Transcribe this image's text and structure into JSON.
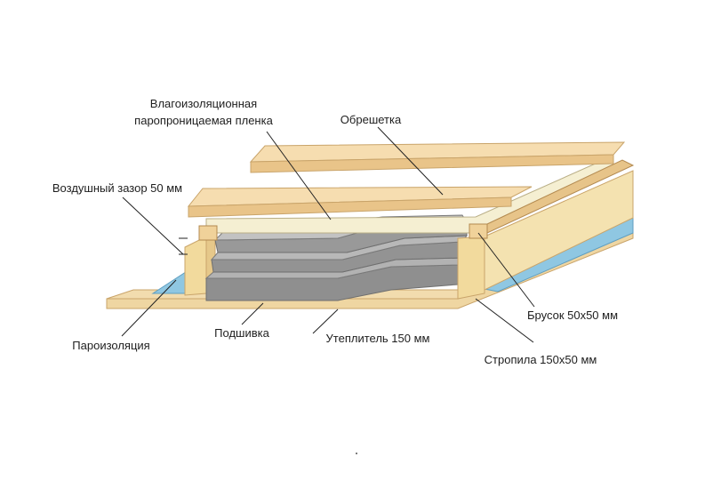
{
  "labels": {
    "membrane_line1": "Влагоизоляционная",
    "membrane_line2": "паропроницаемая пленка",
    "battens": "Обрешетка",
    "air_gap": "Воздушный зазор 50 мм",
    "vapor_barrier": "Пароизоляция",
    "ceiling_lining": "Подшивка",
    "insulation": "Утеплитель 150 мм",
    "bar": "Брусок 50x50 мм",
    "rafters": "Стропила 150x50 мм"
  },
  "colors": {
    "wood": "#f4d9a5",
    "wood_edge": "#c9a46a",
    "membrane": "#f5efd2",
    "insulation_top": "#a3a3a3",
    "insulation_side": "#8f8f8f",
    "vapor_barrier": "#8fc7e2",
    "lining": "#efd6a2",
    "line": "#222222"
  }
}
